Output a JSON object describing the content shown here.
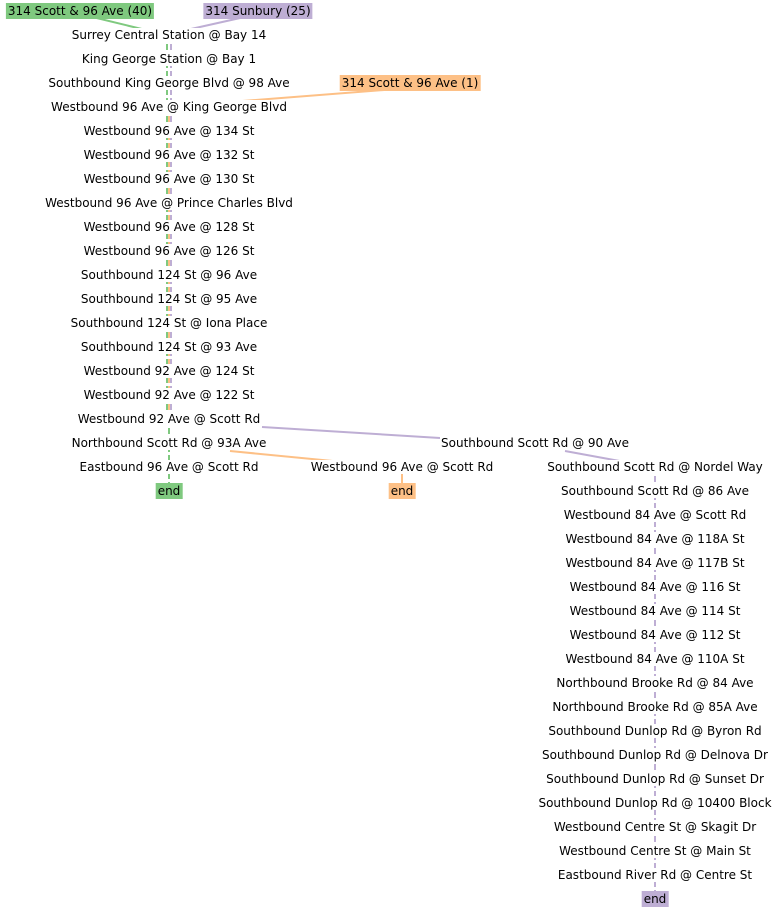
{
  "routes": {
    "green": {
      "label": "314 Scott & 96 Ave (40)",
      "line_color": "#7fc97f",
      "fill_color": "#7fc97f"
    },
    "purple": {
      "label": "314 Sunbury (25)",
      "line_color": "#beaed4",
      "fill_color": "#beaed4"
    },
    "orange": {
      "label": "314 Scott & 96 Ave (1)",
      "line_color": "#fdc086",
      "fill_color": "#fdc086"
    }
  },
  "shared_stops": [
    "Surrey Central Station @ Bay 14",
    "King George Station @ Bay 1",
    "Southbound King George Blvd @ 98 Ave",
    "Westbound 96 Ave @ King George Blvd",
    "Westbound 96 Ave @ 134 St",
    "Westbound 96 Ave @ 132 St",
    "Westbound 96 Ave @ 130 St",
    "Westbound 96 Ave @ Prince Charles Blvd",
    "Westbound 96 Ave @ 128 St",
    "Westbound 96 Ave @ 126 St",
    "Southbound 124 St @ 96 Ave",
    "Southbound 124 St @ 95 Ave",
    "Southbound 124 St @ Iona Place",
    "Southbound 124 St @ 93 Ave",
    "Westbound 92 Ave @ 124 St",
    "Westbound 92 Ave @ 122 St",
    "Westbound 92 Ave @ Scott Rd"
  ],
  "green_stops": [
    "Northbound Scott Rd @ 93A Ave",
    "Eastbound 96 Ave @ Scott Rd"
  ],
  "orange_stops": [
    "Westbound 96 Ave @ Scott Rd"
  ],
  "purple_stops": [
    "Southbound Scott Rd @ 90 Ave",
    "Southbound Scott Rd @ Nordel Way",
    "Southbound Scott Rd @ 86 Ave",
    "Westbound 84 Ave @ Scott Rd",
    "Westbound 84 Ave @ 118A St",
    "Westbound 84 Ave @ 117B St",
    "Westbound 84 Ave @ 116 St",
    "Westbound 84 Ave @ 114 St",
    "Westbound 84 Ave @ 112 St",
    "Westbound 84 Ave @ 110A St",
    "Northbound Brooke Rd @ 84 Ave",
    "Northbound Brooke Rd @ 85A Ave",
    "Southbound Dunlop Rd @ Byron Rd",
    "Southbound Dunlop Rd @ Delnova Dr",
    "Southbound Dunlop Rd @ Sunset Dr",
    "Southbound Dunlop Rd @ 10400 Block",
    "Westbound Centre St @ Skagit Dr",
    "Westbound Centre St @ Main St",
    "Eastbound River Rd @ Centre St"
  ],
  "end_label": "end"
}
